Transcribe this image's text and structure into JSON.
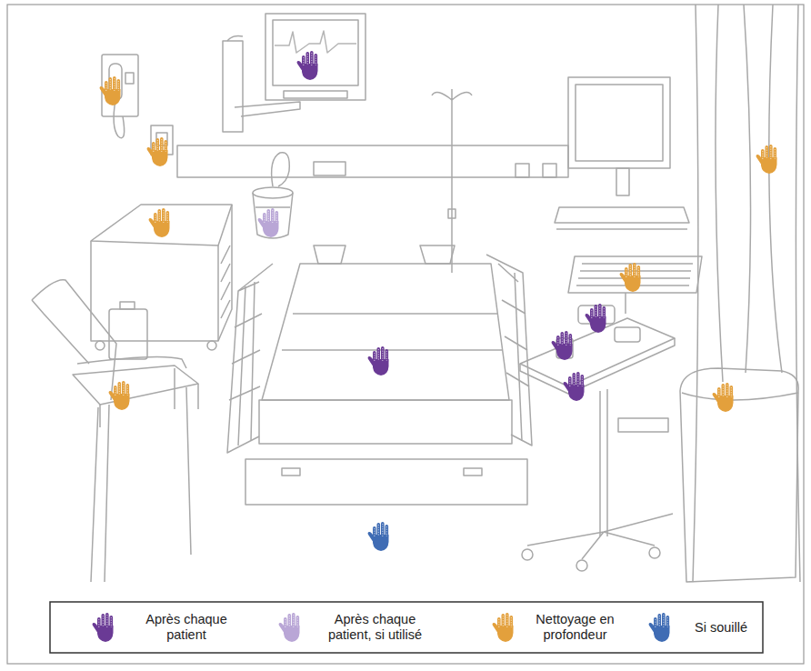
{
  "diagram": {
    "legend": [
      {
        "text": "Après chaque patient",
        "color": "#6a3a95"
      },
      {
        "text": "Après chaque patient, si utilisé",
        "color": "#b9a6d6"
      },
      {
        "text": "Nettoyage en profondeur",
        "color": "#e3a03c"
      },
      {
        "text": "Si souillé",
        "color": "#3f6cb4"
      }
    ]
  }
}
